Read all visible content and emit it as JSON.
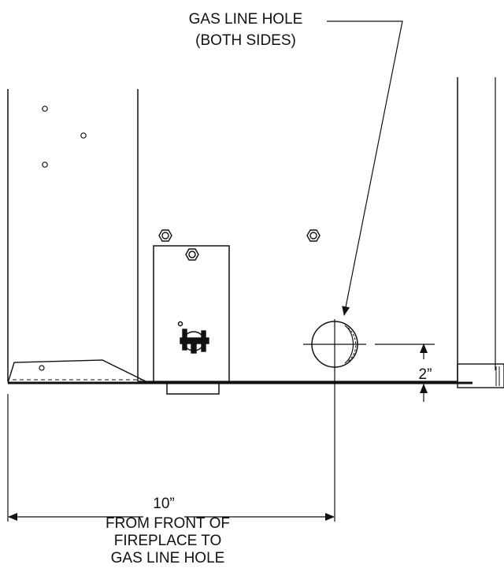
{
  "callout": {
    "line1": "GAS LINE HOLE",
    "line2": "(BOTH SIDES)"
  },
  "dimensions": {
    "height": "2”",
    "width": "10”"
  },
  "caption": {
    "line1": "FROM FRONT OF",
    "line2": "FIREPLACE TO",
    "line3": "GAS LINE HOLE"
  },
  "colors": {
    "ink": "#111111",
    "background": "#ffffff"
  }
}
